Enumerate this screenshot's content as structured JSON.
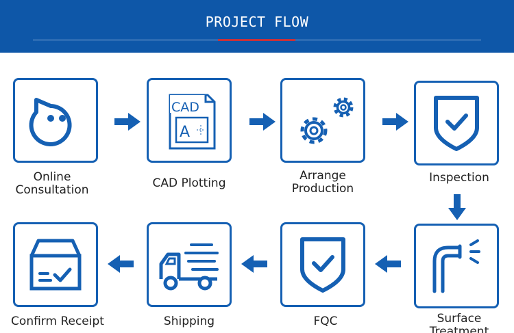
{
  "header": {
    "title": "PROJECT FLOW"
  },
  "colors": {
    "primary": "#1560b3",
    "header_bg": "#0e57a8",
    "accent": "#c8323a"
  },
  "steps": [
    {
      "label_lines": [
        "Online",
        "Consultation"
      ],
      "icon": "chat-bubble-icon"
    },
    {
      "label_lines": [
        "CAD Plotting"
      ],
      "icon": "cad-file-icon",
      "icon_text": "CAD",
      "icon_subtext": "A"
    },
    {
      "label_lines": [
        "Arrange",
        "Production"
      ],
      "icon": "gears-icon"
    },
    {
      "label_lines": [
        "Inspection"
      ],
      "icon": "shield-check-icon"
    },
    {
      "label_lines": [
        "Surface",
        "Treatment"
      ],
      "icon": "spray-nozzle-icon"
    },
    {
      "label_lines": [
        "FQC"
      ],
      "icon": "shield-check-icon"
    },
    {
      "label_lines": [
        "Shipping"
      ],
      "icon": "delivery-truck-icon"
    },
    {
      "label_lines": [
        "Confirm Receipt"
      ],
      "icon": "parcel-box-check-icon"
    }
  ]
}
